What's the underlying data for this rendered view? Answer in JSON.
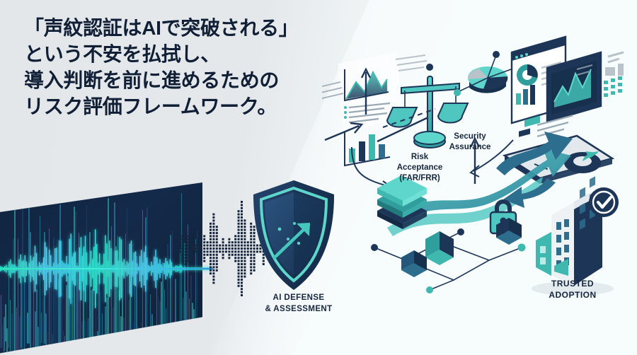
{
  "banner": {
    "headline": "「声紋認証はAIで突破される」\nという不安を払拭し、\n導入判断を前に進めるための\nリスク評価フレームワーク。",
    "headline_lines": [
      "「声紋認証はAIで突破される」",
      "という不安を払拭し、",
      "導入判断を前に進めるための",
      "リスク評価フレームワーク。"
    ],
    "background_left": "#e3e7ea",
    "background_right": "#f8fcfd",
    "text_color": "#101f35"
  },
  "left_panel": {
    "name": "voiceprint-waveform",
    "panel_color": "#12264282",
    "wave_color": "#3ef0d8",
    "wave_color_secondary": "#2f9bd8",
    "dot_wave_color": "#17253c"
  },
  "shield": {
    "label": "AI DEFENSE\n& ASSESSMENT",
    "label_line1": "AI DEFENSE",
    "label_line2": "& ASSESSMENT",
    "body_color": "#1d3557",
    "outline_color": "#4fd2c6",
    "arrow_color": "#45c7bd"
  },
  "diagram": {
    "labels": {
      "risk": "Risk\nAcceptance\n(FAR/FRR)",
      "risk_line1": "Risk",
      "risk_line2": "Acceptance",
      "risk_line3": "(FAR/FRR)",
      "security": "Security\nAssurance",
      "security_line1": "Security",
      "security_line2": "Assurance",
      "trusted": "TRUSTED\nADOPTION",
      "trusted_line1": "TRUSTED",
      "trusted_line2": "ADOPTION"
    },
    "icons": [
      {
        "name": "chart-panel-icon",
        "desc": "analytics report card with area and bar charts"
      },
      {
        "name": "balance-scales-icon",
        "desc": "scales of justice representing risk acceptance"
      },
      {
        "name": "pie-chart-3d-icon",
        "desc": "isometric pie chart with network nodes"
      },
      {
        "name": "dashboard-screens-icon",
        "desc": "stacked isometric dashboard screens"
      },
      {
        "name": "database-stack-icon",
        "desc": "stacked server/database layers"
      },
      {
        "name": "padlock-icon",
        "desc": "teal padlock, security assurance"
      },
      {
        "name": "bar-cubes-icon",
        "desc": "isometric 3D bar cubes on node network"
      },
      {
        "name": "office-building-icon",
        "desc": "enterprise building with verified checkmark"
      },
      {
        "name": "checkmark-badge-icon",
        "desc": "circular check badge"
      },
      {
        "name": "flow-arrow-icon",
        "desc": "curved teal process flow arrows"
      }
    ],
    "palette": {
      "teal": "#3fb8b0",
      "teal_light": "#5fd6cc",
      "teal_dark": "#2a8f95",
      "navy": "#1d3557",
      "navy_dark": "#16263d",
      "steel": "#2d6e8e",
      "grey": "#b9c3c9",
      "white": "#ffffff"
    }
  }
}
